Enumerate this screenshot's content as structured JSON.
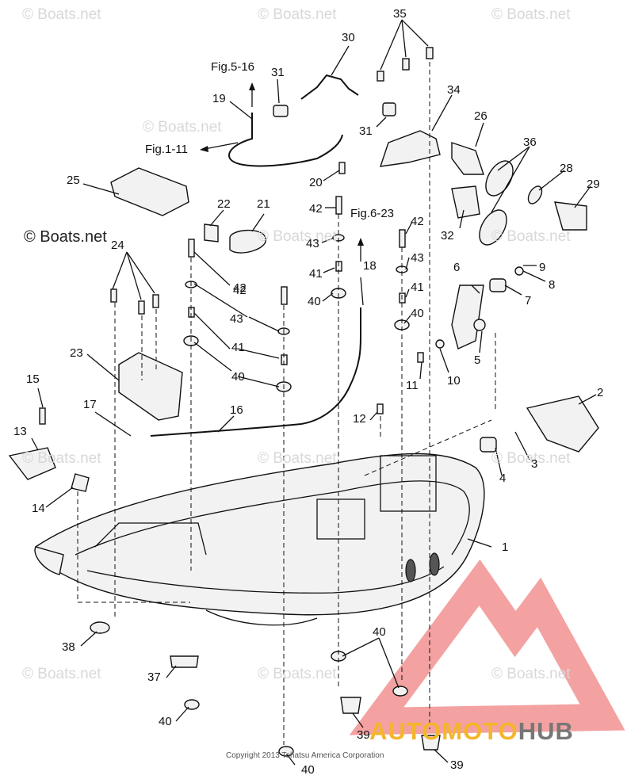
{
  "watermarks": [
    "© Boats.net",
    "© Boats.net",
    "© Boats.net",
    "© Boats.net",
    "© Boats.net",
    "© Boats.net",
    "© Boats.net",
    "© Boats.net",
    "© Boats.net",
    "© Boats.net",
    "© Boats.net",
    "© Boats.net"
  ],
  "watermark_dark": "© Boats.net",
  "figure_refs": {
    "fig_5_16": "Fig.5-16",
    "fig_1_11": "Fig.1-11",
    "fig_6_23": "Fig.6-23"
  },
  "callouts": [
    "35",
    "30",
    "31",
    "19",
    "34",
    "31",
    "26",
    "36",
    "28",
    "29",
    "20",
    "25",
    "42",
    "22",
    "21",
    "32",
    "24",
    "42",
    "43",
    "18",
    "42",
    "43",
    "6",
    "9",
    "41",
    "8",
    "43",
    "7",
    "40",
    "41",
    "40",
    "23",
    "41",
    "42",
    "5",
    "11",
    "10",
    "15",
    "40",
    "2",
    "17",
    "16",
    "12",
    "3",
    "13",
    "4",
    "14",
    "1",
    "40",
    "38",
    "37",
    "40",
    "39",
    "40",
    "39"
  ],
  "copyright": "Copyright 2013 Tohatsu America Corporation",
  "brand": {
    "part1": "AUTO",
    "part2": "MOTO",
    "part3": "HUB",
    "color_main": "#f5b52a",
    "color_hub": "#777777",
    "triangle_color": "#f08a8a"
  }
}
